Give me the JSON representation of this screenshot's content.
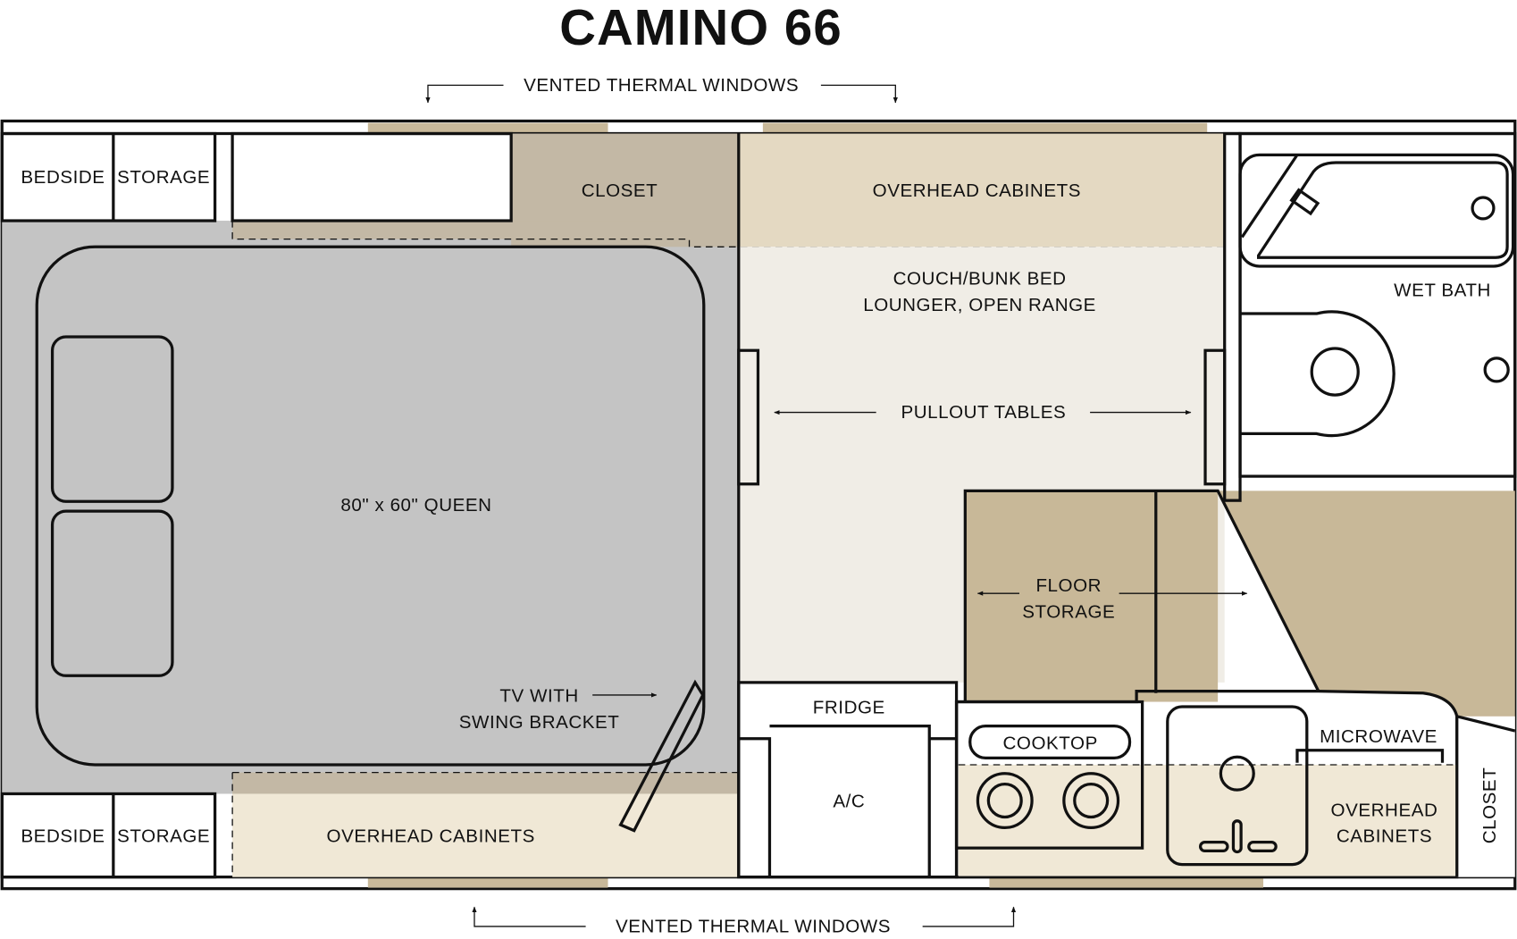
{
  "title": "CAMINO 66",
  "labels": {
    "windows_top": "VENTED THERMAL WINDOWS",
    "windows_bottom": "VENTED THERMAL WINDOWS",
    "bedside_top": "BEDSIDE",
    "storage_top": "STORAGE",
    "closet_top": "CLOSET",
    "overhead_top": "OVERHEAD CABINETS",
    "couch_line1": "COUCH/BUNK BED",
    "couch_line2": "LOUNGER, OPEN RANGE",
    "pullout_tables": "PULLOUT TABLES",
    "wet_bath": "WET BATH",
    "bed": "80\" x 60\" QUEEN",
    "floor_storage_1": "FLOOR",
    "floor_storage_2": "STORAGE",
    "tv_1": "TV WITH",
    "tv_2": "SWING BRACKET",
    "fridge": "FRIDGE",
    "ac": "A/C",
    "cooktop": "COOKTOP",
    "microwave": "MICROWAVE",
    "overhead_right_1": "OVERHEAD",
    "overhead_right_2": "CABINETS",
    "closet_right": "CLOSET",
    "bedside_bottom": "BEDSIDE",
    "storage_bottom": "STORAGE",
    "overhead_bottom": "OVERHEAD CABINETS"
  },
  "colors": {
    "window": "#c9b99a",
    "cream": "#f0e8d6",
    "closet": "#c3b8a5",
    "overhead": "#e4d9c2",
    "living": "#f0ede6",
    "floor": "#c8b898",
    "bedframe": "#c4c4c4"
  }
}
